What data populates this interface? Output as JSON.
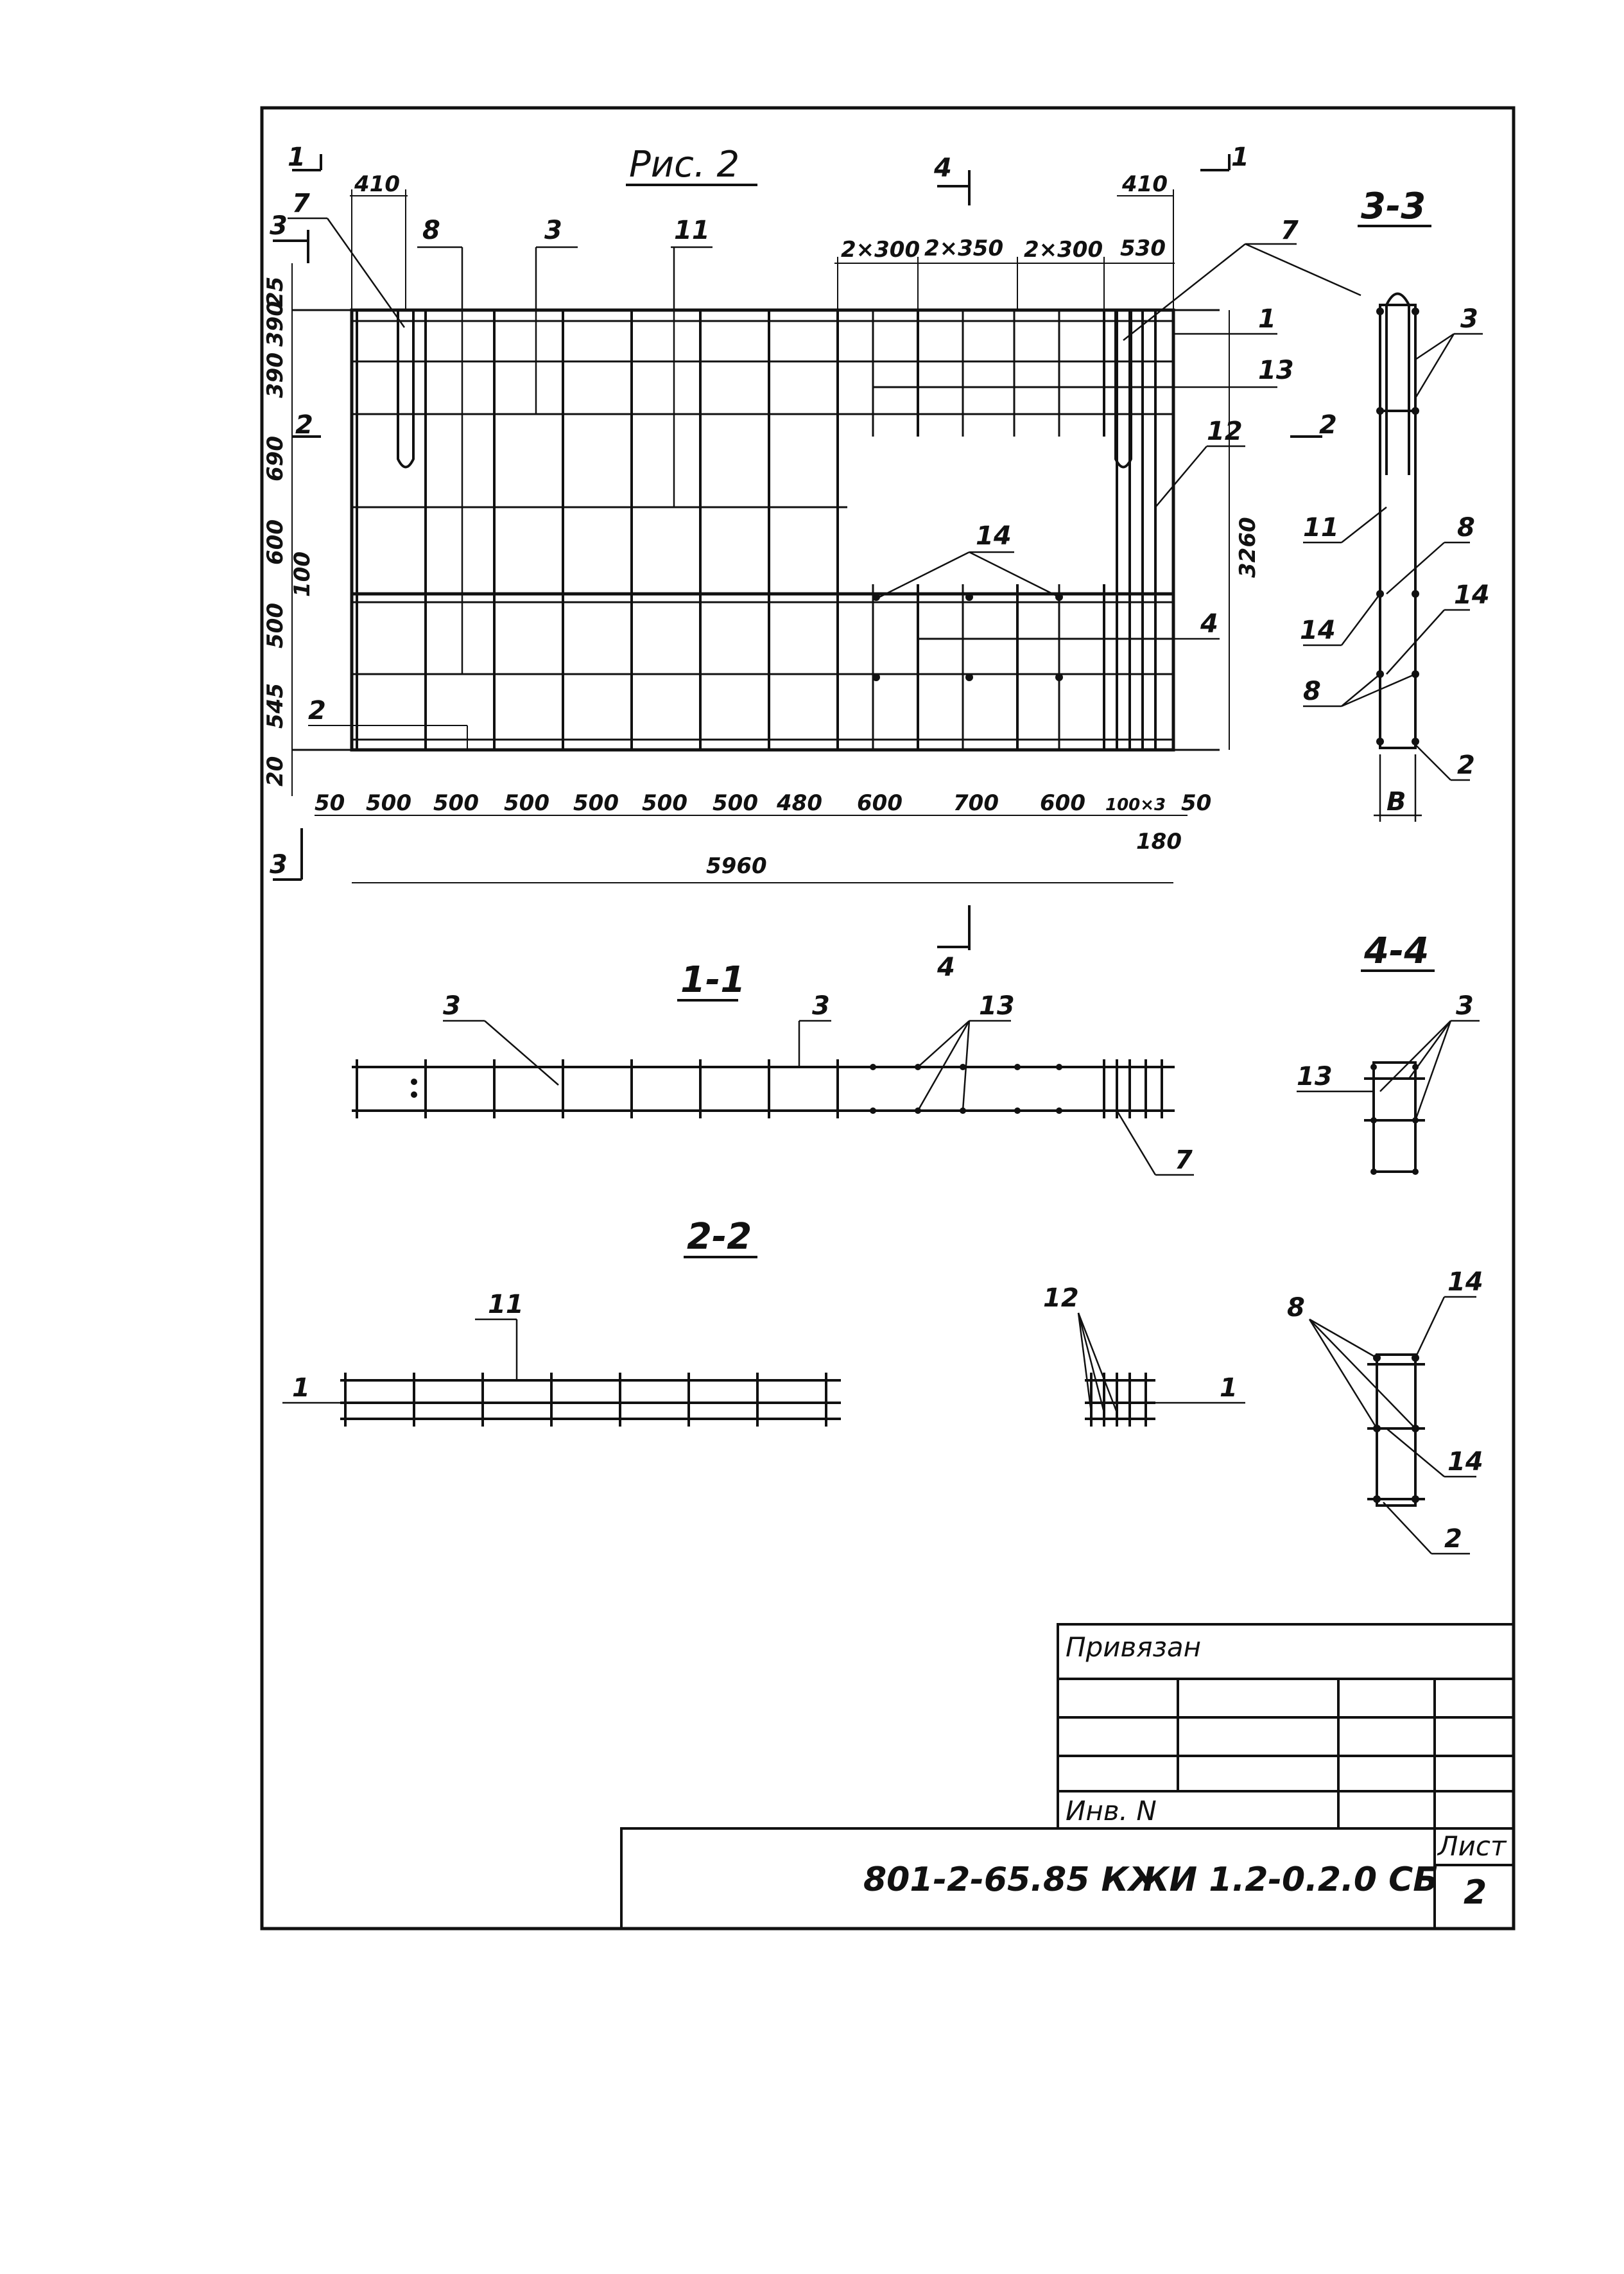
{
  "title": "Рис. 2",
  "section_marks": {
    "m1_left": "1",
    "m1_right": "1",
    "m2_left": "2",
    "m2_right": "2",
    "m3_top": "3",
    "m3_bottom": "3",
    "m4_top": "4",
    "m4_bottom": "4"
  },
  "section_titles": {
    "s11": "1-1",
    "s22": "2-2",
    "s33": "3-3",
    "s44": "4-4"
  },
  "top_dims": {
    "left": "410",
    "right_top": "410",
    "right": "530",
    "groups": [
      "2×300",
      "2×350",
      "2×300"
    ]
  },
  "left_dims": [
    "25",
    "390",
    "390",
    "690",
    "600",
    "100",
    "500",
    "545",
    "20"
  ],
  "bottom_dims": [
    "50",
    "500",
    "500",
    "500",
    "500",
    "500",
    "500",
    "480",
    "600",
    "700",
    "600",
    "100×3",
    "50"
  ],
  "bottom_extra": "180",
  "overall_width": "5960",
  "overall_height": "3260",
  "item_labels": {
    "p7a": "7",
    "p8": "8",
    "p3": "3",
    "p11": "11",
    "p7b": "7",
    "p1": "1",
    "p13": "13",
    "p12": "12",
    "p14": "14",
    "p4": "4",
    "p2": "2"
  },
  "section33_labels": {
    "p3": "3",
    "p11": "11",
    "p8": "8",
    "p14a": "14",
    "p14b": "14",
    "p8b": "8",
    "p2": "2",
    "width": "В"
  },
  "section11_labels": {
    "p3a": "3",
    "p3b": "3",
    "p13": "13",
    "p7": "7"
  },
  "section44_labels": {
    "p3": "3",
    "p13": "13"
  },
  "section22_labels": {
    "p11": "11",
    "p1a": "1",
    "p12": "12",
    "p1b": "1"
  },
  "section22b_labels": {
    "p8": "8",
    "p14a": "14",
    "p14b": "14",
    "p2": "2"
  },
  "title_block": {
    "privyazan": "Привязан",
    "inv": "Инв. N",
    "code": "801-2-65.85 КЖИ 1.2-0.2.0 СБ",
    "sheet_label": "Лист",
    "sheet_number": "2"
  }
}
